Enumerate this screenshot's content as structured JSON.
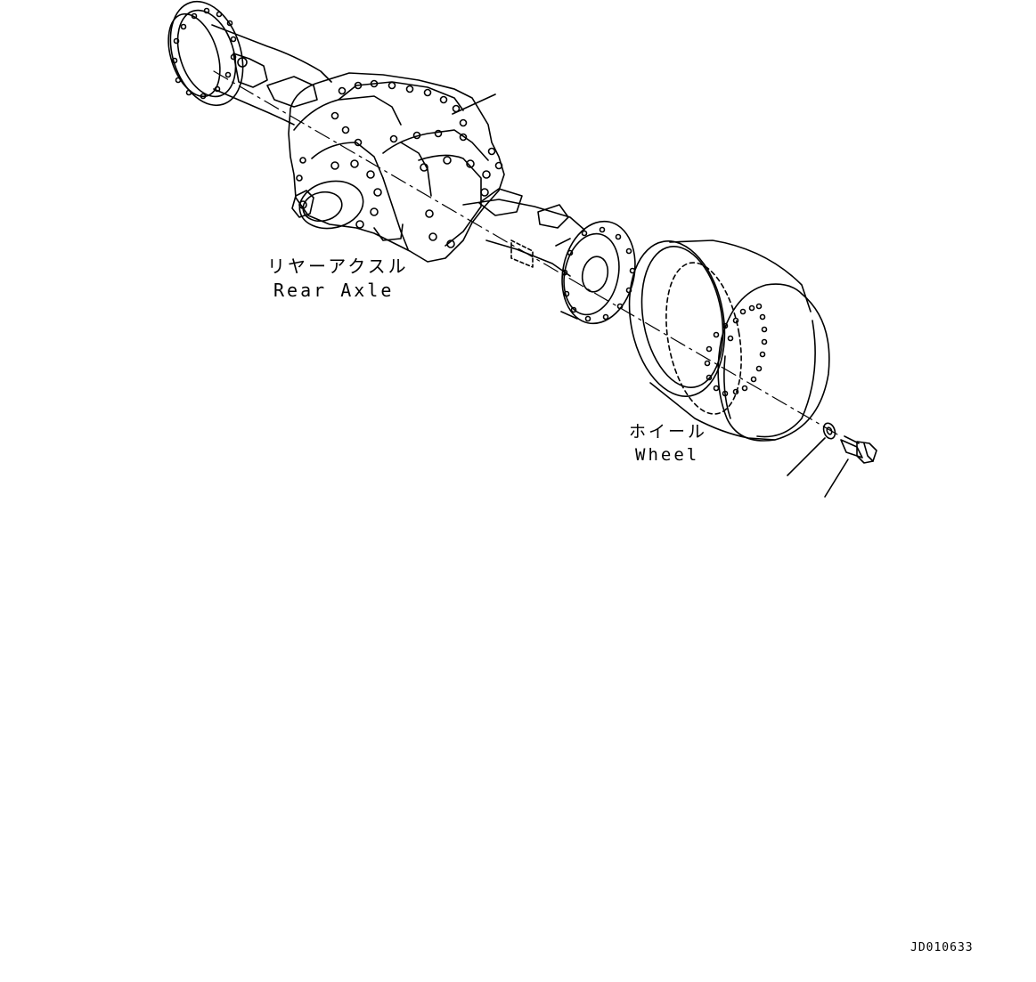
{
  "labels": {
    "rear_axle_jp": "リヤーアクスル",
    "rear_axle_en": "Rear Axle",
    "wheel_jp": "ホイール",
    "wheel_en": "Wheel"
  },
  "drawing_id": "JD010633",
  "line_color": "#000000"
}
